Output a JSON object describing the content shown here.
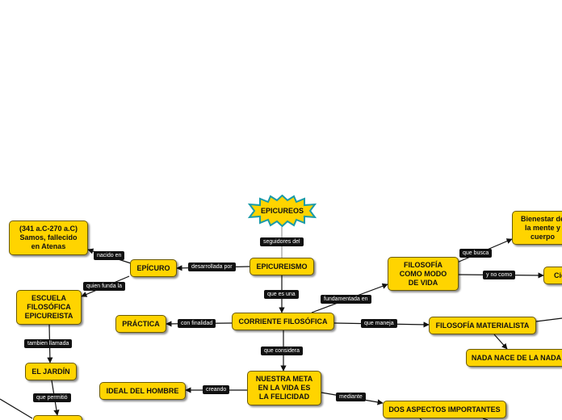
{
  "root": "EPICUREOS",
  "nodes": {
    "epicureismo": "EPICUREISMO",
    "epicuro": "EPÍCURO",
    "birth": "(341 a.C-270 a.C)\nSamos, fallecido\nen Atenas",
    "escuela": "ESCUELA\nFILOSÓFICA\nEPICUREISTA",
    "jardin": "EL JARDÍN",
    "corriente": "CORRIENTE FILOSÓFICA",
    "practica": "PRÁCTICA",
    "filosofia_vida": "FILOSOFÍA\nCOMO MODO\nDE VIDA",
    "bienestar": "Bienestar de\nla mente y\ncuerpo",
    "cie": "Cie",
    "materialista": "FILOSOFÍA MATERIALISTA",
    "nada_nace": "NADA NACE DE LA NADA",
    "meta": "NUESTRA META\nEN LA VIDA ES\nLA FELICIDAD",
    "ideal": "IDEAL DEL HOMBRE",
    "aspectos": "DOS ASPECTOS IMPORTANTES",
    "partial": ""
  },
  "links": {
    "seguidores": "seguidores del",
    "desarrollada": "desarrollada por",
    "nacido": "nacido en",
    "quien_funda": "quien funda la",
    "tambien": "tambien llamada",
    "permitio": "que permitió",
    "es_una": "que es una",
    "finalidad": "con finalidad",
    "fundamentada": "fundamentada en",
    "busca": "que busca",
    "no_como": "y no como",
    "maneja": "que maneja",
    "considera": "que considera",
    "creando": "creando",
    "mediante": "mediante"
  },
  "colors": {
    "node_fill": "#ffd400",
    "root_stroke": "#1a9aa8",
    "label_bg": "#111111",
    "connector": "#111111"
  }
}
